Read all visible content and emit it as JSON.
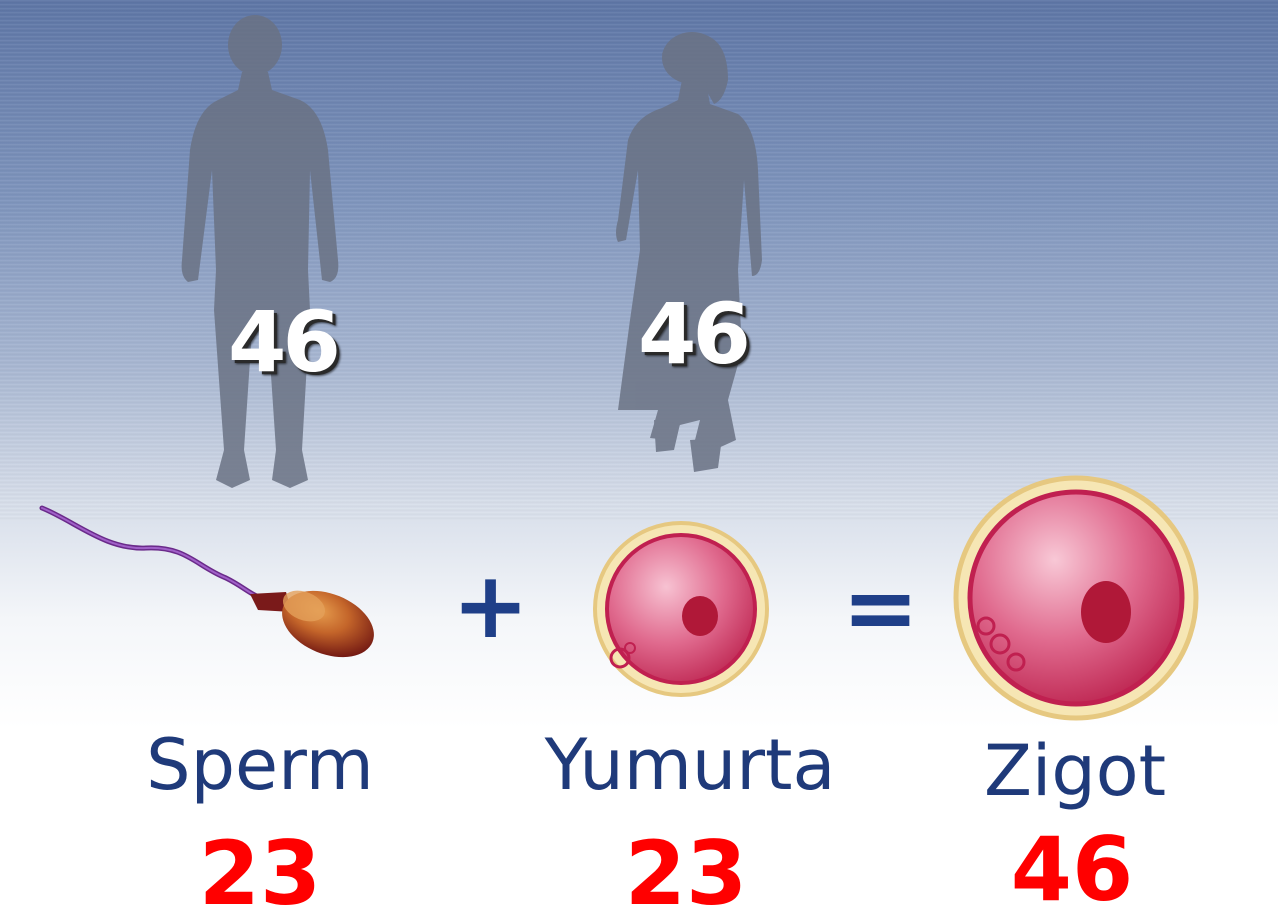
{
  "parents": {
    "male_count": "46",
    "female_count": "46"
  },
  "equation": {
    "plus": "+",
    "equals": "="
  },
  "cells": [
    {
      "label": "Sperm",
      "count": "23"
    },
    {
      "label": "Yumurta",
      "count": "23"
    },
    {
      "label": "Zigot",
      "count": "46"
    }
  ],
  "colors": {
    "label_blue": "#1f3a7a",
    "count_red": "#ff0000",
    "cell_pink": "#e06080"
  }
}
